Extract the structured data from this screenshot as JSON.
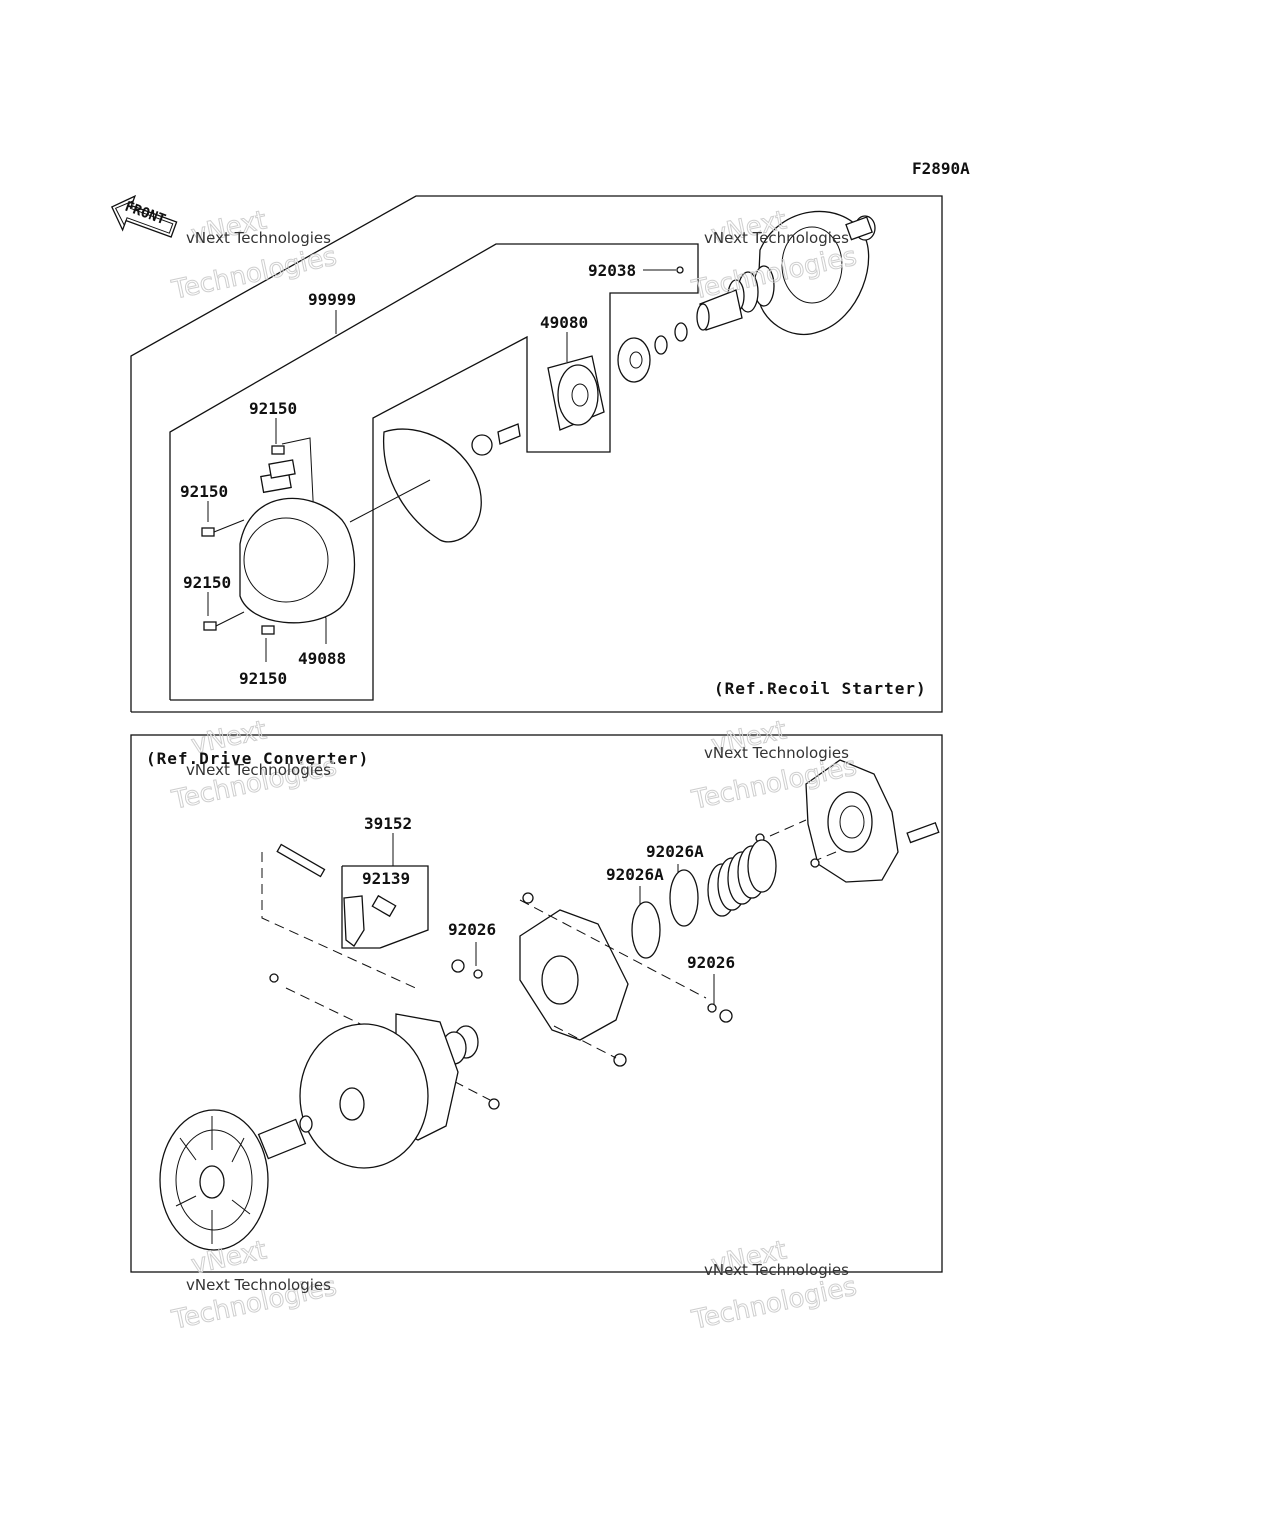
{
  "diagram_code": "F2890A",
  "front_badge": "FRONT",
  "watermark": {
    "line1": "vNext Technologies",
    "line2": "Technologies",
    "line2b": "vNext"
  },
  "sections": {
    "recoil": {
      "ref_label": "(Ref.Recoil Starter)"
    },
    "converter": {
      "ref_label": "(Ref.Drive Converter)"
    }
  },
  "parts": {
    "p99999": "99999",
    "p92038": "92038",
    "p49080": "49080",
    "p92150_a": "92150",
    "p92150_b": "92150",
    "p92150_c": "92150",
    "p92150_d": "92150",
    "p49088": "49088",
    "p39152": "39152",
    "p92139": "92139",
    "p92026A_a": "92026A",
    "p92026A_b": "92026A",
    "p92026_a": "92026",
    "p92026_b": "92026"
  }
}
